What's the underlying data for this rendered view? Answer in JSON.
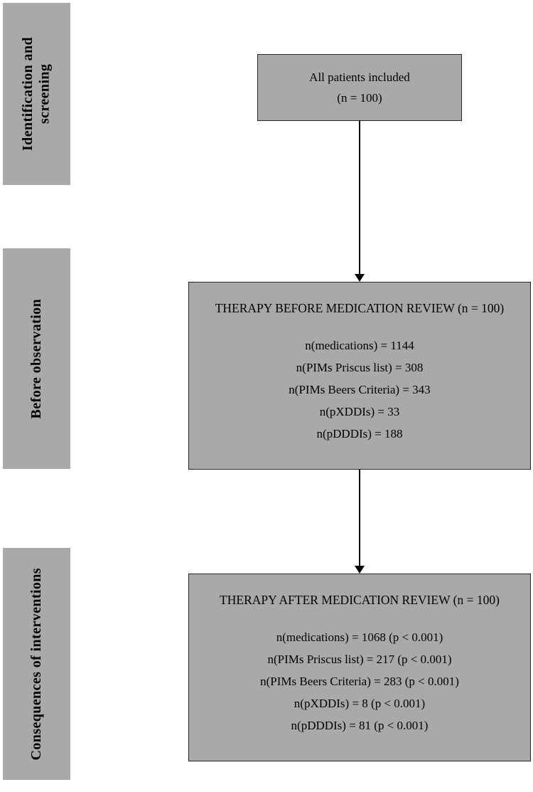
{
  "colors": {
    "box_fill": "#a9a9a9",
    "box_border": "#262626",
    "arrow": "#000000",
    "text": "#000000",
    "background": "#ffffff"
  },
  "stages": [
    {
      "label": "Identification and screening"
    },
    {
      "label": "Before observation"
    },
    {
      "label": "Consequences of interventions"
    }
  ],
  "flow": {
    "patients_box": {
      "line1": "All patients included",
      "line2": "(n = 100)"
    },
    "before_box": {
      "title": "THERAPY BEFORE MEDICATION REVIEW (n = 100)",
      "lines": [
        "n(medications) = 1144",
        "n(PIMs Priscus list) = 308",
        "n(PIMs Beers Criteria) = 343",
        "n(pXDDIs) = 33",
        "n(pDDDIs) = 188"
      ]
    },
    "after_box": {
      "title": "THERAPY AFTER MEDICATION REVIEW (n = 100)",
      "lines": [
        "n(medications) = 1068 (p < 0.001)",
        "n(PIMs Priscus list) = 217 (p < 0.001)",
        "n(PIMs Beers Criteria) = 283 (p < 0.001)",
        "n(pXDDIs) = 8 (p < 0.001)",
        "n(pDDDIs) = 81 (p < 0.001)"
      ]
    }
  }
}
